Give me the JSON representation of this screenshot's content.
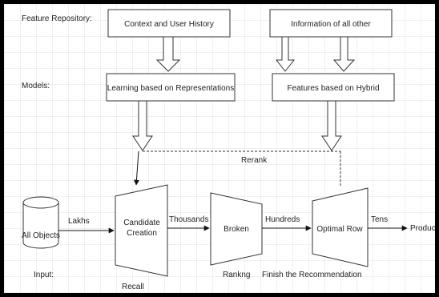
{
  "row_labels": {
    "feature_repository": "Feature Repository:",
    "models": "Models:",
    "input": "Input:"
  },
  "boxes": {
    "context_user_history": "Context and User History",
    "information_all_other": "Information of all other",
    "learning_representations": "Learning based on Representations",
    "features_hybrid": "Features based on Hybrid"
  },
  "pipeline": {
    "all_objects": "All Objects",
    "candidate_creation_line1": "Candidate",
    "candidate_creation_line2": "Creation",
    "broken": "Broken",
    "optimal_row": "Optimal Row",
    "products": "Products"
  },
  "edges": {
    "lakhs": "Lakhs",
    "thousands": "Thousands",
    "hundreds": "Hundreds",
    "tens": "Tens",
    "rerank": "Rerank"
  },
  "stages": {
    "recall": "Recall",
    "ranking": "Rankng",
    "finish": "Finish the Recommendation"
  },
  "colors": {
    "grid": "#dcdcdc",
    "stroke": "#333333",
    "background": "#ffffff"
  }
}
